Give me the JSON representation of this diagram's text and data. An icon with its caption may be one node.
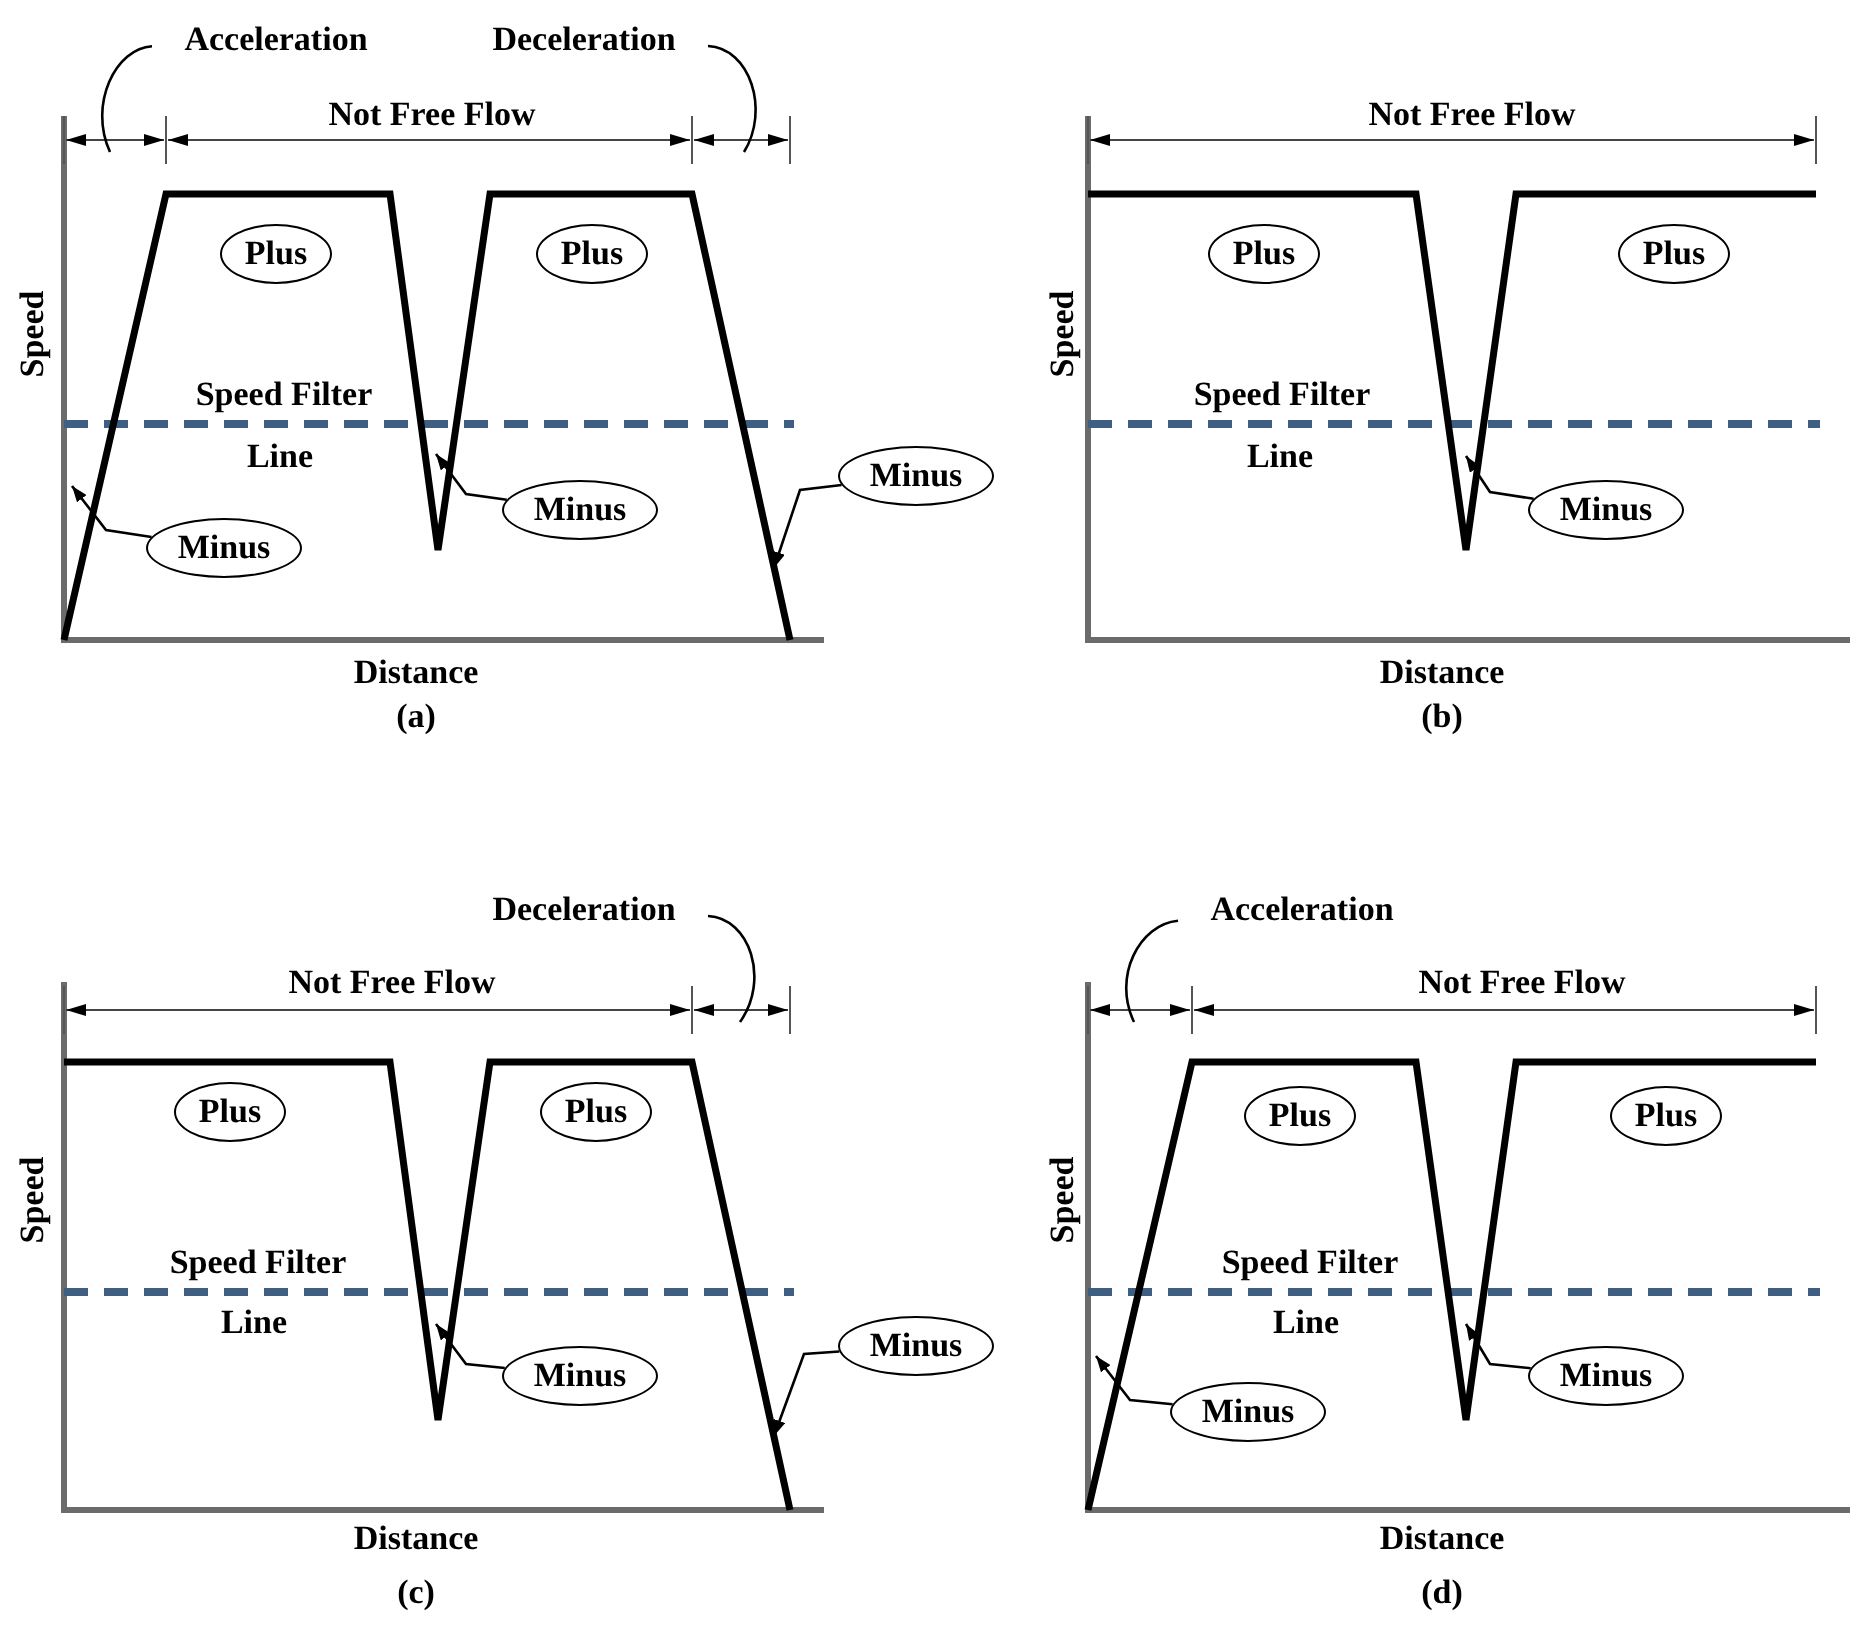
{
  "diagram": {
    "nodes": [
      {
        "text": [
          "Acceleration"
        ]
      },
      {
        "text": [
          "Deceleration"
        ]
      },
      {
        "text": [
          "Plus"
        ]
      },
      {
        "text": [
          "Plus"
        ]
      },
      {
        "text": [
          "Minus"
        ]
      },
      {
        "text": [
          "Minus"
        ]
      },
      {
        "text": [
          "Minus"
        ]
      },
      {
        "text": [
          "Plus"
        ]
      },
      {
        "text": [
          "Plus"
        ]
      },
      {
        "text": [
          "Minus"
        ]
      },
      {
        "text": [
          "Deceleration"
        ]
      },
      {
        "text": [
          "Plus"
        ]
      },
      {
        "text": [
          "Plus"
        ]
      },
      {
        "text": [
          "Minus"
        ]
      },
      {
        "text": [
          "Minus"
        ]
      },
      {
        "text": [
          "Acceleration"
        ]
      },
      {
        "text": [
          "Plus"
        ]
      },
      {
        "text": [
          "Plus"
        ]
      },
      {
        "text": [
          "Minus"
        ]
      },
      {
        "text": [
          "Minus"
        ]
      }
    ],
    "edges": [
      {
        "from": 0,
        "to": null,
        "arrow": "none"
      },
      {
        "from": 1,
        "to": null,
        "arrow": "none"
      },
      {
        "from": 4,
        "to": null,
        "arrow": "to"
      },
      {
        "from": 5,
        "to": null,
        "arrow": "to"
      },
      {
        "from": 6,
        "to": null,
        "arrow": "to"
      },
      {
        "from": 9,
        "to": null,
        "arrow": "to"
      },
      {
        "from": 10,
        "to": null,
        "arrow": "none"
      },
      {
        "from": 13,
        "to": null,
        "arrow": "to"
      },
      {
        "from": 14,
        "to": null,
        "arrow": "to"
      },
      {
        "from": 15,
        "to": null,
        "arrow": "none"
      },
      {
        "from": 18,
        "to": null,
        "arrow": "to"
      },
      {
        "from": 19,
        "to": null,
        "arrow": "to"
      }
    ],
    "labels": [
      "Not Free Flow",
      "Speed",
      "Speed Filter",
      "Line",
      "Distance",
      "(a)",
      "Not Free Flow",
      "Speed",
      "Speed Filter",
      "Line",
      "Distance",
      "(b)",
      "Not Free Flow",
      "Speed",
      "Speed Filter",
      "Line",
      "Distance",
      "(c)",
      "Not Free Flow",
      "Speed",
      "Speed Filter",
      "Line",
      "Distance",
      "(d)"
    ]
  }
}
